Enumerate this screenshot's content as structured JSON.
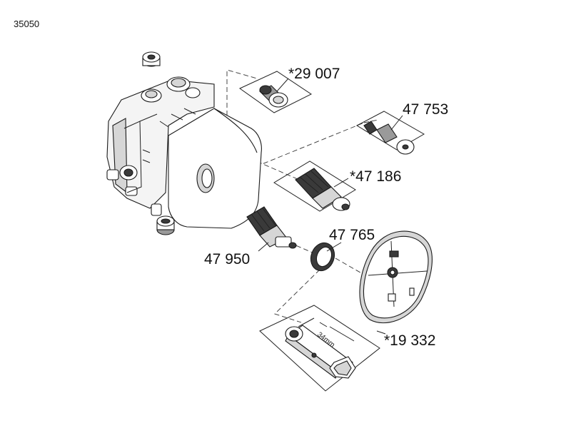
{
  "model_number": "35050",
  "labels": {
    "p29007": "*29 007",
    "p47753": "47 753",
    "p47186": "*47 186",
    "p47765": "47 765",
    "p47950": "47 950",
    "p19332": "*19 332",
    "wrench_size": "34mm"
  }
}
